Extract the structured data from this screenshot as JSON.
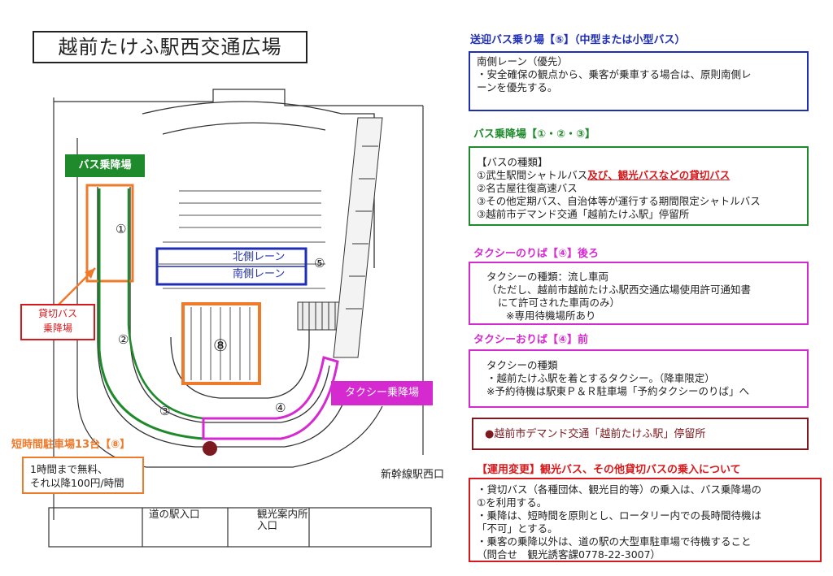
{
  "title": "越前たけふ駅西交通広場",
  "colors": {
    "blue": "#1f2fb5",
    "green": "#1e8a2b",
    "magenta": "#d62ad1",
    "red": "#d8191c",
    "orange": "#ee7a2c",
    "brown": "#7d1a1f"
  },
  "map": {
    "bus_stop_label": "バス乗降場",
    "charter_label_line1": "貸切バス",
    "charter_label_line2": "乗降場",
    "north_lane": "北側レーン",
    "south_lane": "南側レーン",
    "taxi_label": "タクシー乗降場",
    "parking_label": "短時間駐車場13台【⑧】",
    "parking_box_line1": "1時間まで無料、",
    "parking_box_line2": "それ以降100円/時間",
    "station_label": "新幹線駅西口",
    "michinoeki_label": "道の駅入口",
    "tourist_label_line1": "観光案内所",
    "tourist_label_line2": "入口",
    "numbers": {
      "n1": "①",
      "n2": "②",
      "n3": "③",
      "n4": "④",
      "n5": "⑤",
      "n8": "⑧"
    }
  },
  "sections": {
    "pickup": {
      "heading": "送迎バス乗り場【⑤】（中型または小型バス）",
      "lines": [
        "南側レーン（優先）",
        "・安全確保の観点から、乗客が乗車する場合は、原則南側レ",
        "ーンを優先する。"
      ]
    },
    "bus": {
      "heading": "バス乗降場【①・②・③】",
      "line1": "【バスの種類】",
      "line2_prefix": "①武生駅間シャトルバス",
      "line2_red": "及び、観光バスなどの貸切バス",
      "line3": "②名古屋往復高速バス",
      "line4": "③その他定期バス、自治体等が運行する期間限定シャトルバス",
      "line5": "③越前市デマンド交通「越前たけふ駅」停留所"
    },
    "taxi_ride": {
      "heading": "タクシーのりば【④】後ろ",
      "lines": [
        "タクシーの種類：流し車両",
        "（ただし、越前市越前たけふ駅西交通広場使用許可通知書",
        "にて許可された車両のみ）",
        "※専用待機場所あり"
      ]
    },
    "taxi_drop": {
      "heading": "タクシーおりば【④】前",
      "lines": [
        "タクシーの種類",
        "・越前たけふ駅を着とするタクシー。（降車限定）",
        "※予約待機は駅東Ｐ＆Ｒ駐車場「予約タクシーのりば」へ"
      ]
    },
    "demand": {
      "text": "●越前市デマンド交通「越前たけふ駅」停留所"
    },
    "ops": {
      "heading": "【運用変更】観光バス、その他貸切バスの乗入について",
      "lines": [
        "・貸切バス（各種団体、観光目的等）の乗入は、バス乗降場の",
        "①を利用する。",
        "・乗降は、短時間を原則とし、ロータリー内での長時間待機は",
        "「不可」とする。",
        "・乗客の乗降以外は、道の駅の大型車駐車場で待機すること",
        "（問合せ　観光誘客課0778-22-3007）"
      ]
    }
  }
}
